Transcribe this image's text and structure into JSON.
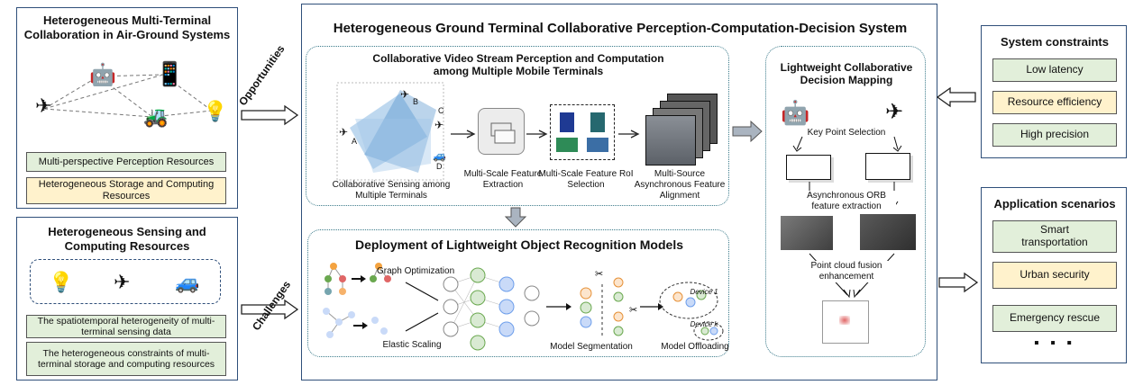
{
  "left_top": {
    "title": "Heterogeneous Multi-Terminal Collaboration in Air-Ground Systems",
    "chips": [
      "Multi-perspective Perception Resources",
      "Heterogeneous Storage and Computing Resources"
    ]
  },
  "left_bottom": {
    "title": "Heterogeneous Sensing and Computing Resources",
    "chips": [
      "The spatiotemporal heterogeneity of multi-terminal sensing data",
      "The heterogeneous constraints of multi-terminal storage and computing resources"
    ]
  },
  "arrows": {
    "opportunities": "Opportunities",
    "challenges": "Challenges"
  },
  "center": {
    "title": "Heterogeneous Ground Terminal Collaborative Perception-Computation-Decision System",
    "top": {
      "title": "Collaborative Video Stream Perception and Computation among Multiple Mobile Terminals",
      "drone_labels": [
        "A",
        "B",
        "C",
        "D"
      ],
      "steps": [
        "Collaborative Sensing among Multiple Terminals",
        "Multi-Scale Feature Extraction",
        "Multi-Scale Feature RoI Selection",
        "Multi-Source Asynchronous Feature Alignment"
      ]
    },
    "bottom": {
      "title": "Deployment of Lightweight Object Recognition Models",
      "labels": [
        "Graph Optimization",
        "Elastic Scaling",
        "Model Segmentation",
        "Model Offloading"
      ],
      "devices": [
        "Device 1",
        "Device k"
      ]
    },
    "right": {
      "title": "Lightweight Collaborative Decision Mapping",
      "steps": [
        "Key Point Selection",
        "Asynchronous ORB feature extraction",
        "Point cloud fusion enhancement"
      ]
    }
  },
  "constraints": {
    "title": "System constraints",
    "items": [
      {
        "label": "Low latency",
        "color": "#e2efda"
      },
      {
        "label": "Resource efficiency",
        "color": "#fff2cc"
      },
      {
        "label": "High precision",
        "color": "#e2efda"
      }
    ]
  },
  "scenarios": {
    "title": "Application scenarios",
    "items": [
      {
        "label": "Smart transportation",
        "color": "#e2efda"
      },
      {
        "label": "Urban security",
        "color": "#fff2cc"
      },
      {
        "label": "Emergency rescue",
        "color": "#e2efda"
      }
    ],
    "more": "▪ ▪ ▪"
  }
}
